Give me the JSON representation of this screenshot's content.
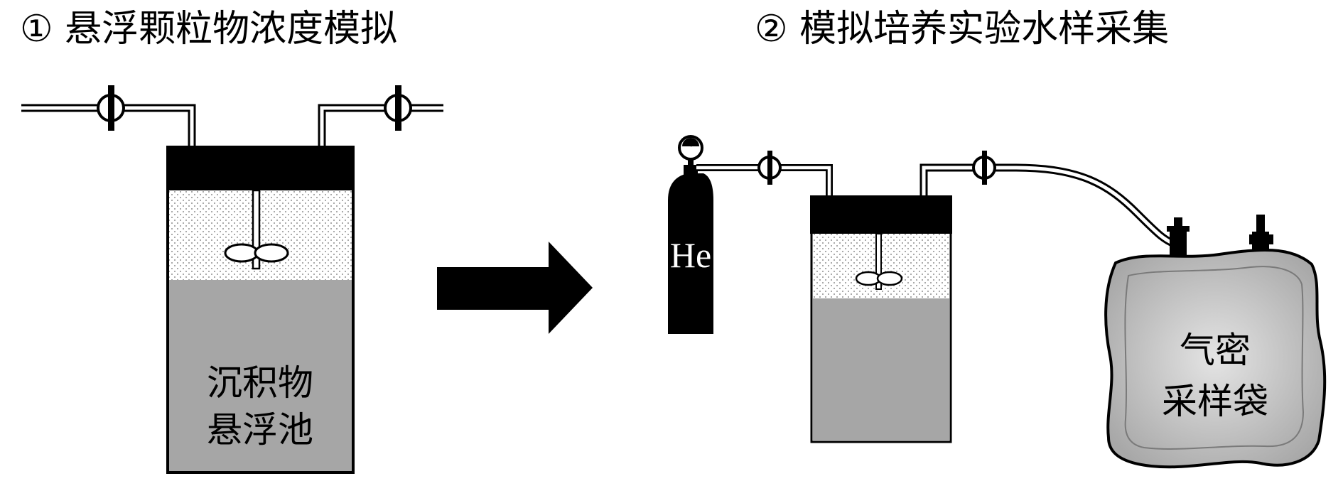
{
  "step1": {
    "title": "① 悬浮颗粒物浓度模拟",
    "tank_label_line1": "沉积物",
    "tank_label_line2": "悬浮池"
  },
  "step2": {
    "title": "② 模拟培养实验水样采集",
    "gas_cylinder_label": "He",
    "bag_label_line1": "气密",
    "bag_label_line2": "采样袋"
  },
  "colors": {
    "ink": "#000000",
    "sediment": "#a6a6a6",
    "water_dots": "#6e6e6e",
    "bag_fill": "#b8b8b8",
    "background": "#ffffff"
  }
}
